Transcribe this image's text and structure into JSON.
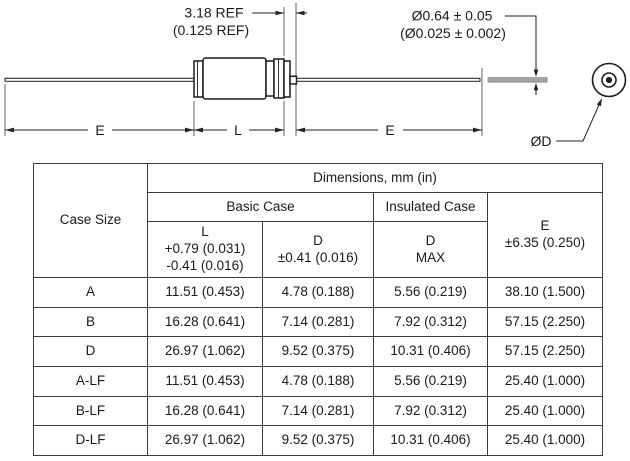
{
  "diagram": {
    "ref_dim": {
      "line1": "3.18 REF",
      "line2": "(0.125 REF)"
    },
    "lead_dia_dim": {
      "line1": "Ø0.64 ± 0.05",
      "line2": "(Ø0.025 ± 0.002)"
    },
    "label_e_left": "E",
    "label_l": "L",
    "label_e_right": "E",
    "label_od": "ØD"
  },
  "table": {
    "title": "Dimensions, mm (in)",
    "case_size_header": "Case Size",
    "group_basic": "Basic Case",
    "group_insulated": "Insulated Case",
    "col_l": {
      "name": "L",
      "tol1": "+0.79 (0.031)",
      "tol2": "-0.41 (0.016)"
    },
    "col_d": {
      "name": "D",
      "tol1": "±0.41 (0.016)"
    },
    "col_dmax": {
      "name": "D",
      "tol1": "MAX"
    },
    "col_e": {
      "name": "E",
      "tol1": "±6.35 (0.250)"
    },
    "rows": [
      [
        "A",
        "11.51 (0.453)",
        "4.78 (0.188)",
        "5.56 (0.219)",
        "38.10 (1.500)"
      ],
      [
        "B",
        "16.28 (0.641)",
        "7.14 (0.281)",
        "7.92 (0.312)",
        "57.15 (2.250)"
      ],
      [
        "D",
        "26.97 (1.062)",
        "9.52 (0.375)",
        "10.31 (0.406)",
        "57.15 (2.250)"
      ],
      [
        "A-LF",
        "11.51 (0.453)",
        "4.78 (0.188)",
        "5.56 (0.219)",
        "25.40 (1.000)"
      ],
      [
        "B-LF",
        "16.28 (0.641)",
        "7.14 (0.281)",
        "7.92 (0.312)",
        "25.40 (1.000)"
      ],
      [
        "D-LF",
        "26.97 (1.062)",
        "9.52 (0.375)",
        "10.31 (0.406)",
        "25.40 (1.000)"
      ]
    ]
  },
  "colors": {
    "line": "#1c1c1c",
    "lead_gray": "#a3a3a3"
  }
}
